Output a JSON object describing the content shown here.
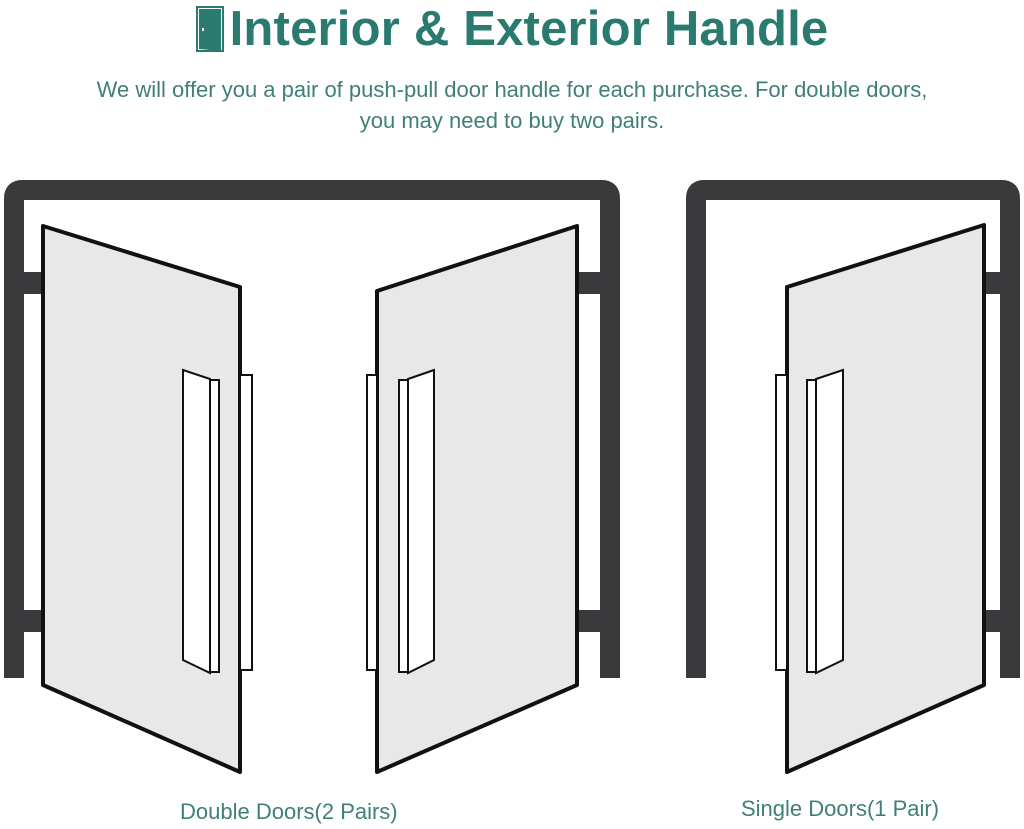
{
  "header": {
    "icon": "door-icon",
    "title": "Interior & Exterior Handle",
    "subtitle_line1": "We will offer you a pair of push-pull door handle for each purchase. For double doors,",
    "subtitle_line2": "you may need to buy two pairs."
  },
  "illustrations": [
    {
      "id": "double-doors",
      "caption": "Double Doors(2 Pairs)",
      "doors": 2,
      "handle_pairs": 2
    },
    {
      "id": "single-door",
      "caption": "Single Doors(1 Pair)",
      "doors": 1,
      "handle_pairs": 1
    }
  ],
  "colors": {
    "accent": "#2a7a70",
    "text": "#3f7f78",
    "frame": "#3a3a3c",
    "door_fill": "#e8e8e8",
    "outline": "#111111"
  }
}
